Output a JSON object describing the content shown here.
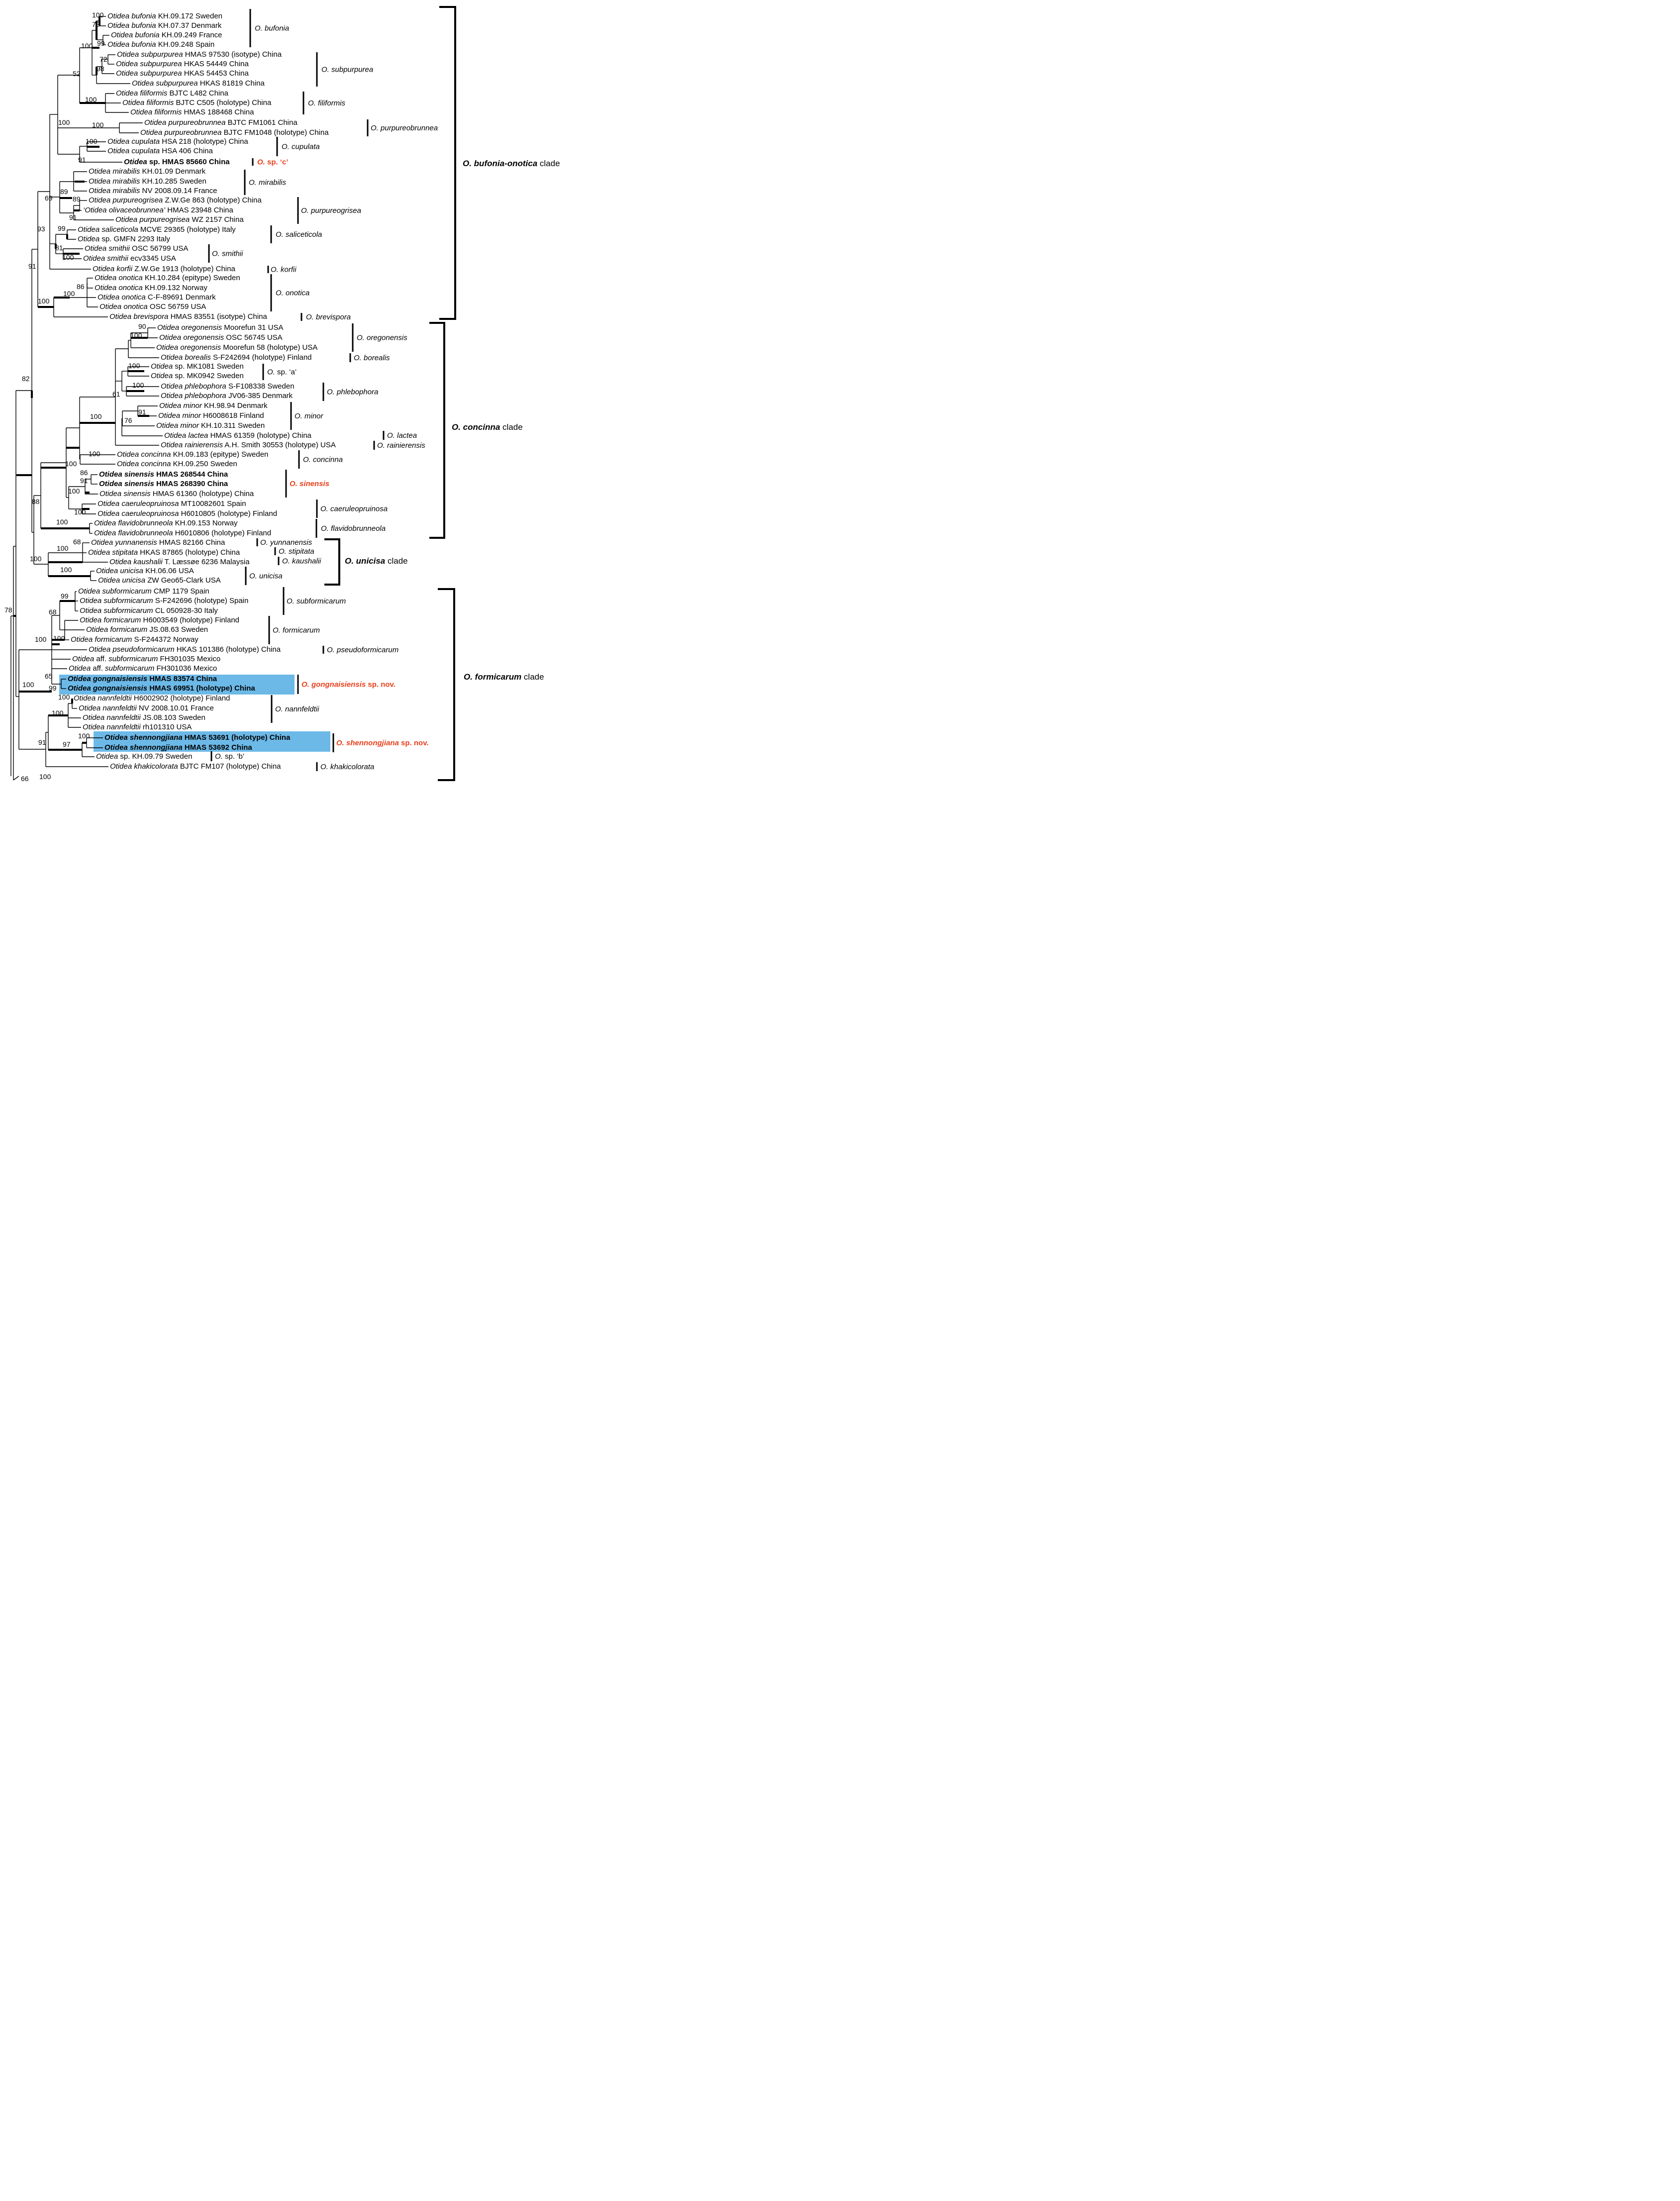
{
  "taxa": [
    {
      "genus": "Otidea",
      "epithet": "bufonia",
      "rest": " KH.09.172 Sweden"
    },
    {
      "genus": "Otidea",
      "epithet": "bufonia",
      "rest": " KH.07.37 Denmark"
    },
    {
      "genus": "Otidea",
      "epithet": "bufonia",
      "rest": " KH.09.249 France"
    },
    {
      "genus": "Otidea",
      "epithet": "bufonia",
      "rest": " KH.09.248 Spain"
    },
    {
      "genus": "Otidea",
      "epithet": "subpurpurea",
      "rest": " HMAS 97530 (isotype) China"
    },
    {
      "genus": "Otidea",
      "epithet": "subpurpurea",
      "rest": " HKAS 54449 China"
    },
    {
      "genus": "Otidea",
      "epithet": "subpurpurea",
      "rest": " HKAS 54453 China"
    },
    {
      "genus": "Otidea",
      "epithet": "subpurpurea",
      "rest": " HKAS 81819 China"
    },
    {
      "genus": "Otidea",
      "epithet": "filiformis",
      "rest": " BJTC L482 China"
    },
    {
      "genus": "Otidea",
      "epithet": "filiformis",
      "rest": " BJTC C505 (holotype) China"
    },
    {
      "genus": "Otidea",
      "epithet": "filiformis",
      "rest": " HMAS 188468 China"
    },
    {
      "genus": "Otidea",
      "epithet": "purpureobrunnea",
      "rest": " BJTC FM1061 China"
    },
    {
      "genus": "Otidea",
      "epithet": "purpureobrunnea",
      "rest": " BJTC FM1048 (holotype) China"
    },
    {
      "genus": "Otidea",
      "epithet": "cupulata",
      "rest": " HSA 218 (holotype) China"
    },
    {
      "genus": "Otidea",
      "epithet": "cupulata",
      "rest": " HSA 406 China"
    },
    {
      "genus": "Otidea",
      "epithet": "",
      "rest": " sp. HMAS 85660 China",
      "bold": true
    },
    {
      "genus": "Otidea",
      "epithet": "mirabilis",
      "rest": " KH.01.09 Denmark"
    },
    {
      "genus": "Otidea",
      "epithet": "mirabilis",
      "rest": " KH.10.285 Sweden"
    },
    {
      "genus": "Otidea",
      "epithet": "mirabilis",
      "rest": " NV 2008.09.14 France"
    },
    {
      "genus": "Otidea",
      "epithet": "purpureogrisea",
      "rest": " Z.W.Ge 863 (holotype) China"
    },
    {
      "genus": "‘Otidea",
      "epithet": "olivaceobrunnea’",
      "rest": " HMAS 23948 China"
    },
    {
      "genus": "Otidea",
      "epithet": "purpureogrisea",
      "rest": " WZ 2157 China"
    },
    {
      "genus": "Otidea",
      "epithet": "saliceticola",
      "rest": " MCVE 29365 (holotype) Italy"
    },
    {
      "genus": "Otidea",
      "epithet": "",
      "rest": " sp. GMFN 2293 Italy"
    },
    {
      "genus": "Otidea",
      "epithet": "smithii",
      "rest": " OSC 56799 USA"
    },
    {
      "genus": "Otidea",
      "epithet": "smithii",
      "rest": " ecv3345 USA"
    },
    {
      "genus": "Otidea",
      "epithet": "korfii",
      "rest": " Z.W.Ge 1913 (holotype) China"
    },
    {
      "genus": "Otidea",
      "epithet": "onotica",
      "rest": " KH.10.284 (epitype) Sweden"
    },
    {
      "genus": "Otidea",
      "epithet": "onotica",
      "rest": " KH.09.132 Norway"
    },
    {
      "genus": "Otidea",
      "epithet": "onotica",
      "rest": " C-F-89691 Denmark"
    },
    {
      "genus": "Otidea",
      "epithet": "onotica",
      "rest": " OSC 56759 USA"
    },
    {
      "genus": "Otidea",
      "epithet": "brevispora",
      "rest": " HMAS 83551 (isotype) China"
    },
    {
      "genus": "Otidea",
      "epithet": "oregonensis",
      "rest": " Moorefun 31 USA"
    },
    {
      "genus": "Otidea",
      "epithet": "oregonensis",
      "rest": " OSC 56745 USA"
    },
    {
      "genus": "Otidea",
      "epithet": "oregonensis",
      "rest": " Moorefun 58 (holotype) USA"
    },
    {
      "genus": "Otidea",
      "epithet": "borealis",
      "rest": " S-F242694 (holotype) Finland"
    },
    {
      "genus": "Otidea",
      "epithet": "",
      "rest": " sp. MK1081 Sweden"
    },
    {
      "genus": "Otidea",
      "epithet": "",
      "rest": " sp. MK0942 Sweden"
    },
    {
      "genus": "Otidea",
      "epithet": "phlebophora",
      "rest": " S-F108338 Sweden"
    },
    {
      "genus": "Otidea",
      "epithet": "phlebophora",
      "rest": " JV06-385 Denmark"
    },
    {
      "genus": "Otidea",
      "epithet": "minor",
      "rest": " KH.98.94 Denmark"
    },
    {
      "genus": "Otidea",
      "epithet": "minor",
      "rest": " H6008618 Finland"
    },
    {
      "genus": "Otidea",
      "epithet": "minor",
      "rest": " KH.10.311 Sweden"
    },
    {
      "genus": "Otidea",
      "epithet": "lactea",
      "rest": " HMAS 61359 (holotype) China"
    },
    {
      "genus": "Otidea",
      "epithet": "rainierensis",
      "rest": " A.H. Smith 30553 (holotype) USA"
    },
    {
      "genus": "Otidea",
      "epithet": "concinna",
      "rest": " KH.09.183 (epitype) Sweden"
    },
    {
      "genus": "Otidea",
      "epithet": "concinna",
      "rest": " KH.09.250 Sweden"
    },
    {
      "genus": "Otidea",
      "epithet": "sinensis",
      "rest": " HMAS 268544 China",
      "bold": true
    },
    {
      "genus": "Otidea",
      "epithet": "sinensis",
      "rest": " HMAS 268390 China",
      "bold": true
    },
    {
      "genus": "Otidea",
      "epithet": "sinensis",
      "rest": " HMAS 61360 (holotype) China"
    },
    {
      "genus": "Otidea",
      "epithet": "caeruleopruinosa",
      "rest": " MT10082601 Spain"
    },
    {
      "genus": "Otidea",
      "epithet": "caeruleopruinosa",
      "rest": " H6010805 (holotype) Finland"
    },
    {
      "genus": "Otidea",
      "epithet": "flavidobrunneola",
      "rest": " KH.09.153 Norway"
    },
    {
      "genus": "Otidea",
      "epithet": "flavidobrunneola",
      "rest": " H6010806 (holotype) Finland"
    },
    {
      "genus": "Otidea",
      "epithet": "yunnanensis",
      "rest": " HMAS 82166 China"
    },
    {
      "genus": "Otidea",
      "epithet": "stipitata",
      "rest": " HKAS 87865 (holotype) China"
    },
    {
      "genus": "Otidea",
      "epithet": "kaushalii",
      "rest": " T. Læssøe 6236 Malaysia"
    },
    {
      "genus": "Otidea",
      "epithet": "unicisa",
      "rest": " KH.06.06 USA"
    },
    {
      "genus": "Otidea",
      "epithet": "unicisa",
      "rest": " ZW Geo65-Clark USA"
    },
    {
      "genus": "Otidea",
      "epithet": "subformicarum",
      "rest": " CMP 1179 Spain"
    },
    {
      "genus": "Otidea",
      "epithet": "subformicarum",
      "rest": " S-F242696 (holotype) Spain"
    },
    {
      "genus": "Otidea",
      "epithet": "subformicarum",
      "rest": " CL 050928-30 Italy"
    },
    {
      "genus": "Otidea",
      "epithet": "formicarum",
      "rest": " H6003549 (holotype) Finland"
    },
    {
      "genus": "Otidea",
      "epithet": "formicarum",
      "rest": " JS.08.63 Sweden"
    },
    {
      "genus": "Otidea",
      "epithet": "formicarum",
      "rest": " S-F244372 Norway"
    },
    {
      "genus": "Otidea",
      "epithet": "pseudoformicarum",
      "rest": " HKAS 101386 (holotype) China"
    },
    {
      "genus": "Otidea",
      "epithet": "aff. subformicarum",
      "rest": " FH301035 Mexico",
      "affix": true
    },
    {
      "genus": "Otidea",
      "epithet": "aff. subformicarum",
      "rest": " FH301036 Mexico",
      "affix": true
    },
    {
      "genus": "Otidea",
      "epithet": "gongnaisiensis",
      "rest": " HMAS 83574 China",
      "bold": true
    },
    {
      "genus": "Otidea",
      "epithet": "gongnaisiensis",
      "rest": " HMAS 69951 (holotype) China",
      "bold": true
    },
    {
      "genus": "Otidea",
      "epithet": "nannfeldtii",
      "rest": " H6002902 (holotype) Finland"
    },
    {
      "genus": "Otidea",
      "epithet": "nannfeldtii",
      "rest": " NV 2008.10.01 France"
    },
    {
      "genus": "Otidea",
      "epithet": "nannfeldtii",
      "rest": " JS.08.103 Sweden"
    },
    {
      "genus": "Otidea",
      "epithet": "nannfeldtii",
      "rest": " rh101310 USA"
    },
    {
      "genus": "Otidea",
      "epithet": "shennongjiana",
      "rest": " HMAS 53691 (holotype) China",
      "bold": true
    },
    {
      "genus": "Otidea",
      "epithet": "shennongjiana",
      "rest": " HMAS 53692 China",
      "bold": true
    },
    {
      "genus": "Otidea",
      "epithet": "",
      "rest": " sp. KH.09.79 Sweden"
    },
    {
      "genus": "Otidea",
      "epithet": "khakicolorata",
      "rest": " BJTC FM107 (holotype) China"
    }
  ],
  "species_labels": [
    {
      "text": "O. bufonia"
    },
    {
      "text": "O. subpurpurea"
    },
    {
      "text": "O. filiformis"
    },
    {
      "text": "O. purpureobrunnea"
    },
    {
      "text": "O. cupulata"
    },
    {
      "text": "O. sp. ‘c’",
      "red": true
    },
    {
      "text": "O. mirabilis"
    },
    {
      "text": "O. purpureogrisea"
    },
    {
      "text": "O. saliceticola"
    },
    {
      "text": "O. smithii"
    },
    {
      "text": "O. korfii"
    },
    {
      "text": "O. onotica"
    },
    {
      "text": "O. brevispora"
    },
    {
      "text": "O. oregonensis"
    },
    {
      "text": "O. borealis"
    },
    {
      "text": "O. sp. ‘a’"
    },
    {
      "text": "O. phlebophora"
    },
    {
      "text": "O. minor"
    },
    {
      "text": "O. lactea"
    },
    {
      "text": "O. rainierensis"
    },
    {
      "text": "O. concinna"
    },
    {
      "text": "O. sinensis",
      "red": true
    },
    {
      "text": "O. caeruleopruinosa"
    },
    {
      "text": "O. flavidobrunneola"
    },
    {
      "text": "O. yunnanensis"
    },
    {
      "text": "O. stipitata"
    },
    {
      "text": "O. kaushalii"
    },
    {
      "text": "O. unicisa"
    },
    {
      "text": "O. subformicarum"
    },
    {
      "text": "O. formicarum"
    },
    {
      "text": "O. pseudoformicarum"
    },
    {
      "text": "O. gongnaisiensis",
      "red": true,
      "suffix": " sp. nov."
    },
    {
      "text": "O. nannfeldtii"
    },
    {
      "text": "O. shennongjiana",
      "red": true,
      "suffix": " sp. nov."
    },
    {
      "text": "O. sp. ‘b’"
    },
    {
      "text": "O. khakicolorata"
    }
  ],
  "clades": [
    {
      "name": "O. bufonia-onotica",
      "suffix": " clade"
    },
    {
      "name": "O. concinna",
      "suffix": " clade"
    },
    {
      "name": "O. unicisa",
      "suffix": " clade"
    },
    {
      "name": "O. formicarum",
      "suffix": " clade"
    }
  ],
  "support_values": [
    "100",
    "78",
    "99",
    "100",
    "72",
    "98",
    "52",
    "100",
    "100",
    "100",
    "91",
    "100",
    "89",
    "89",
    "91",
    "69",
    "99",
    "81",
    "100",
    "93",
    "86",
    "100",
    "91",
    "100",
    "90",
    "100",
    "100",
    "100",
    "61",
    "91",
    "76",
    "100",
    "100",
    "86",
    "91",
    "100",
    "100",
    "100",
    "88",
    "100",
    "68",
    "100",
    "100",
    "100",
    "82",
    "99",
    "68",
    "100",
    "100",
    "65",
    "99",
    "100",
    "100",
    "100",
    "100",
    "97",
    "91",
    "100",
    "78",
    "66"
  ],
  "colors": {
    "highlight": "#6cb9e8",
    "red": "#e8401c",
    "black": "#000000"
  }
}
